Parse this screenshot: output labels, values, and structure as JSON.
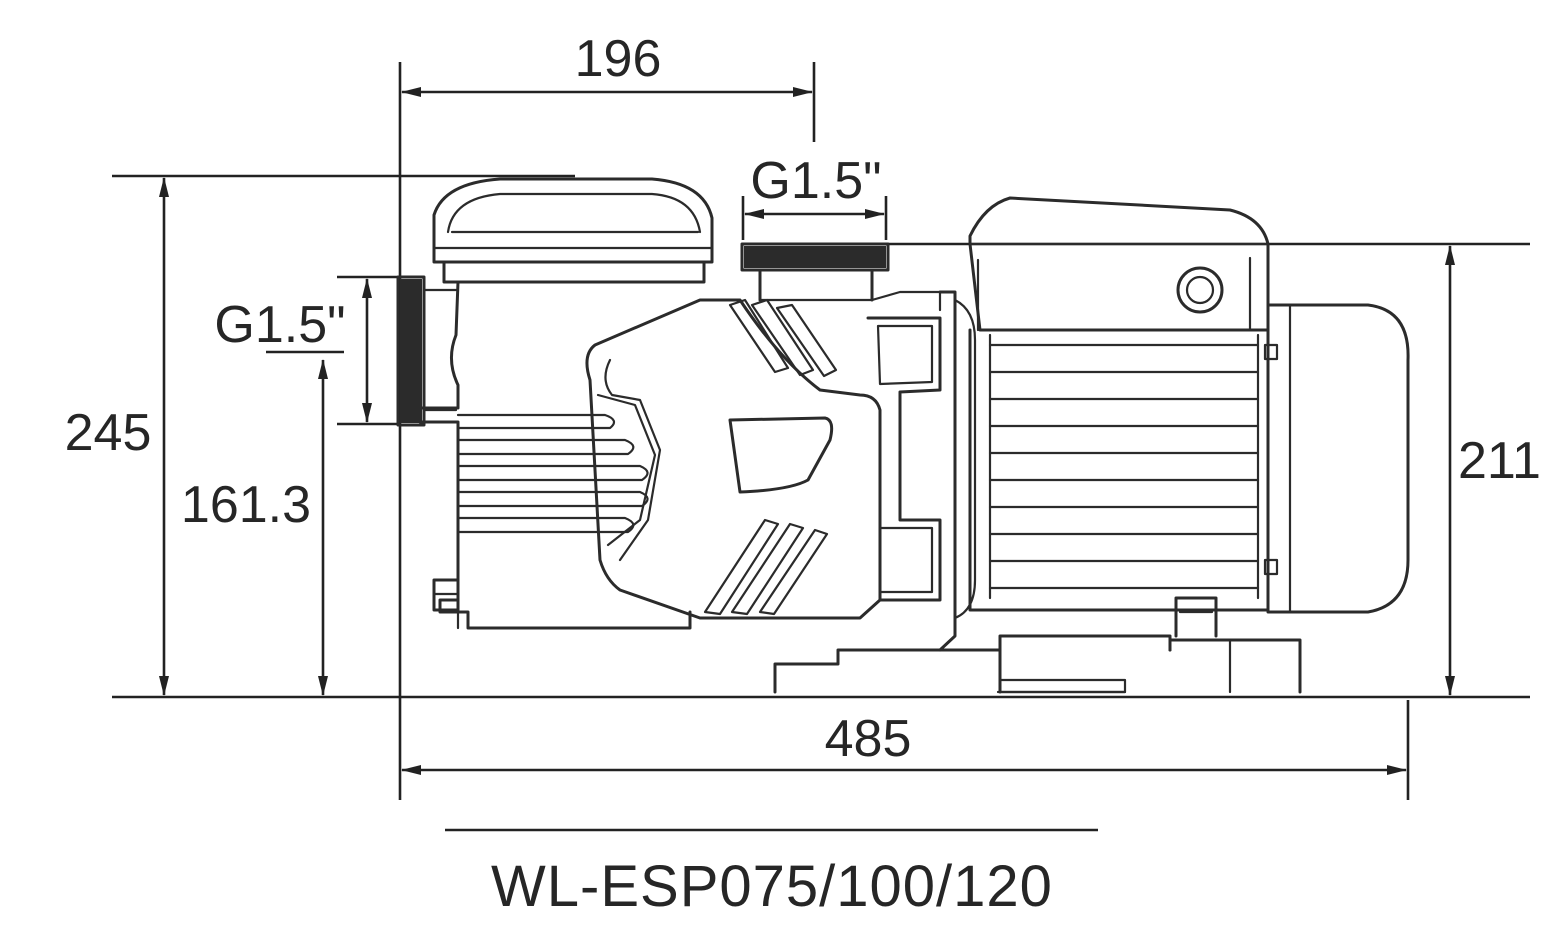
{
  "dimensions": {
    "width_top": "196",
    "outlet_thread": "G1.5\"",
    "inlet_thread": "G1.5\"",
    "total_height": "245",
    "inlet_height": "161.3",
    "motor_height": "211",
    "total_length": "485"
  },
  "model": "WL-ESP075/100/120",
  "colors": {
    "line": "#2b2b2b",
    "background": "#ffffff"
  }
}
